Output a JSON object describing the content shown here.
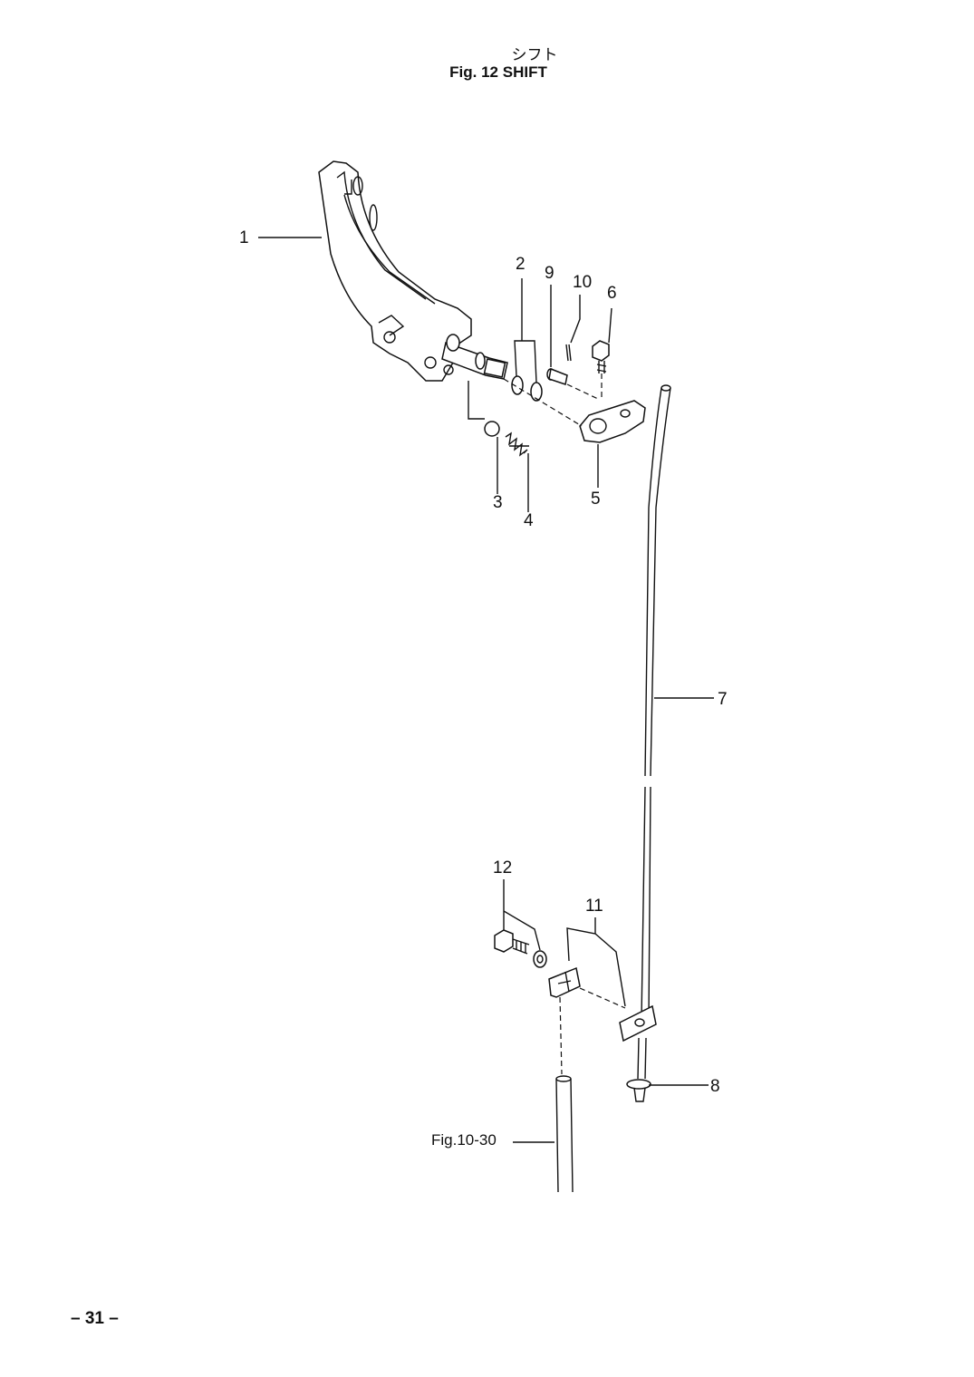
{
  "header": {
    "title_jp": "シフト",
    "title": "Fig. 12    SHIFT"
  },
  "callouts": {
    "c1": "1",
    "c2": "2",
    "c3": "3",
    "c4": "4",
    "c5": "5",
    "c6": "6",
    "c7": "7",
    "c8": "8",
    "c9": "9",
    "c10": "10",
    "c11": "11",
    "c12": "12"
  },
  "reference": "Fig.10-30",
  "footer": {
    "page_number": "– 31 –"
  }
}
